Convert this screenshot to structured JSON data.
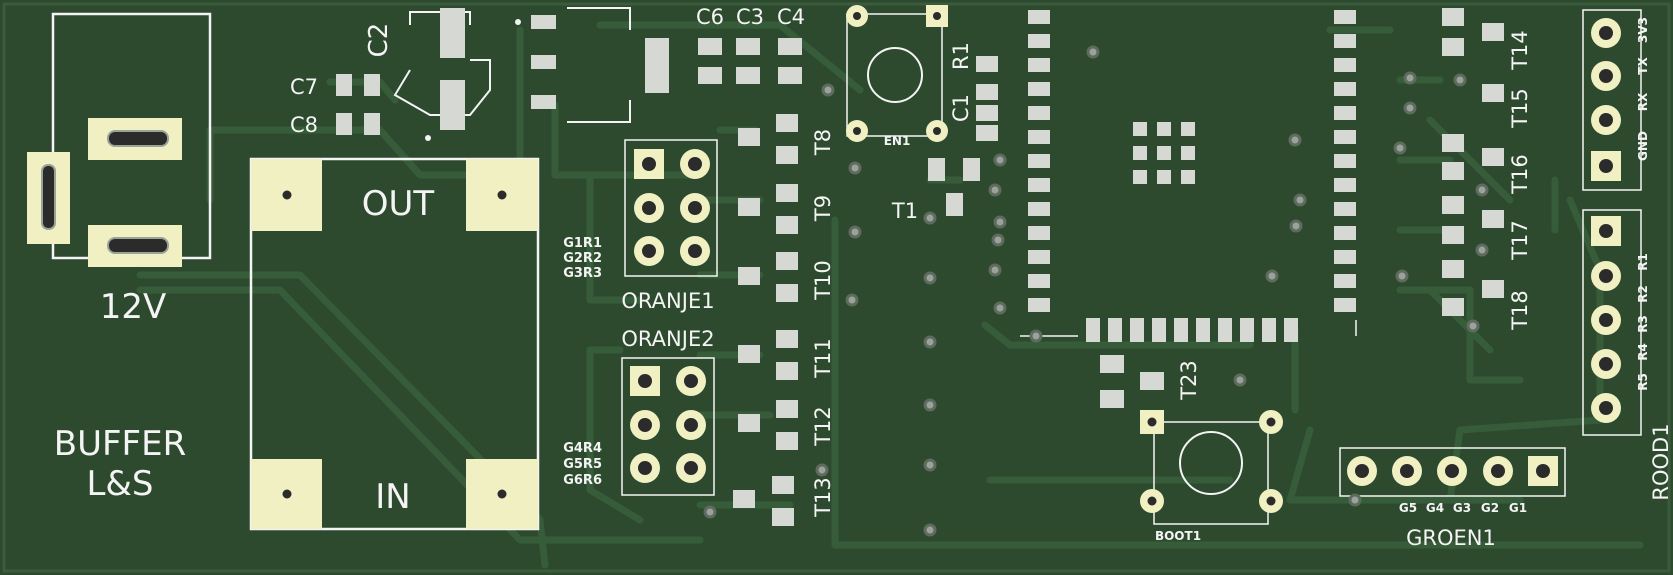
{
  "board": {
    "title": "BUFFER",
    "subtitle": "L&S",
    "colors": {
      "board": "#2d4a2f",
      "trace": "#355a38",
      "pad": "#f1f0c3",
      "smd": "#d5d8d3",
      "silk": "#f4f4f4",
      "via": "#9aa39a"
    }
  },
  "power": {
    "label": "12V",
    "out_label": "OUT",
    "in_label": "IN"
  },
  "capacitors": {
    "c2": "C2",
    "c7": "C7",
    "c8": "C8",
    "c6": "C6",
    "c3": "C3",
    "c4": "C4",
    "c1": "C1"
  },
  "resistors": {
    "r1": "R1"
  },
  "buttons": {
    "en": "EN1",
    "boot": "BOOT1"
  },
  "transistors": {
    "t1": "T1",
    "t8": "T8",
    "t9": "T9",
    "t10": "T10",
    "t11": "T11",
    "t12": "T12",
    "t13": "T13",
    "t14": "T14",
    "t15": "T15",
    "t16": "T16",
    "t17": "T17",
    "t18": "T18",
    "t23": "T23"
  },
  "connectors": {
    "oranje1": {
      "name": "ORANJE1",
      "pins": [
        "G1R1",
        "G2R2",
        "G3R3"
      ]
    },
    "oranje2": {
      "name": "ORANJE2",
      "pins": [
        "G4R4",
        "G5R5",
        "G6R6"
      ]
    },
    "groen": {
      "name": "GROEN1",
      "pins": [
        "G5",
        "G4",
        "G3",
        "G2",
        "G1"
      ]
    },
    "rood": {
      "name": "ROOD1",
      "pins": [
        "R1",
        "R2",
        "R3",
        "R4",
        "R5"
      ]
    },
    "serial": {
      "pins": [
        "3V3",
        "TX",
        "RX",
        "GND"
      ]
    }
  }
}
